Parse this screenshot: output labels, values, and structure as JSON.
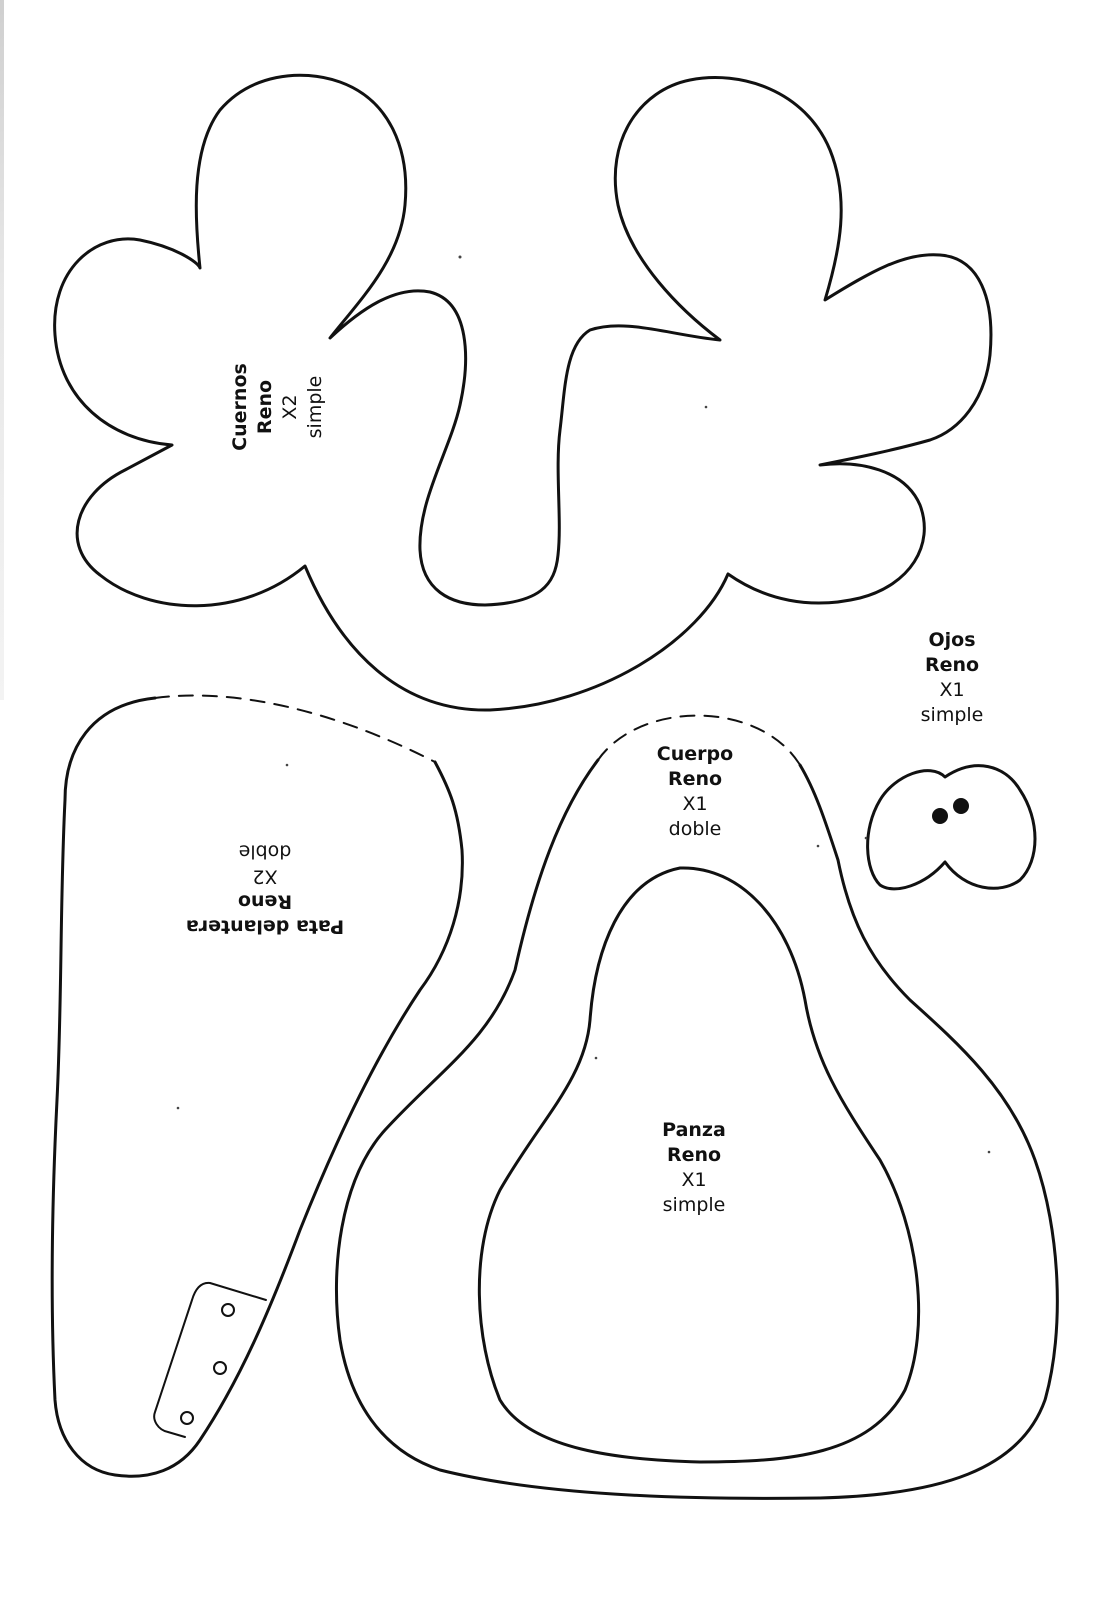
{
  "pieces": {
    "antlers": {
      "name": "Cuernos",
      "subject": "Reno",
      "count": "X2",
      "type": "simple"
    },
    "front_leg": {
      "name": "Pata delantera",
      "subject": "Reno",
      "count": "X2",
      "type": "doble"
    },
    "body": {
      "name": "Cuerpo",
      "subject": "Reno",
      "count": "X1",
      "type": "doble"
    },
    "belly": {
      "name": "Panza",
      "subject": "Reno",
      "count": "X1",
      "type": "simple"
    },
    "eyes": {
      "name": "Ojos",
      "subject": "Reno",
      "count": "X1",
      "type": "simple"
    }
  },
  "colors": {
    "outline": "#111111",
    "paper": "#ffffff"
  }
}
